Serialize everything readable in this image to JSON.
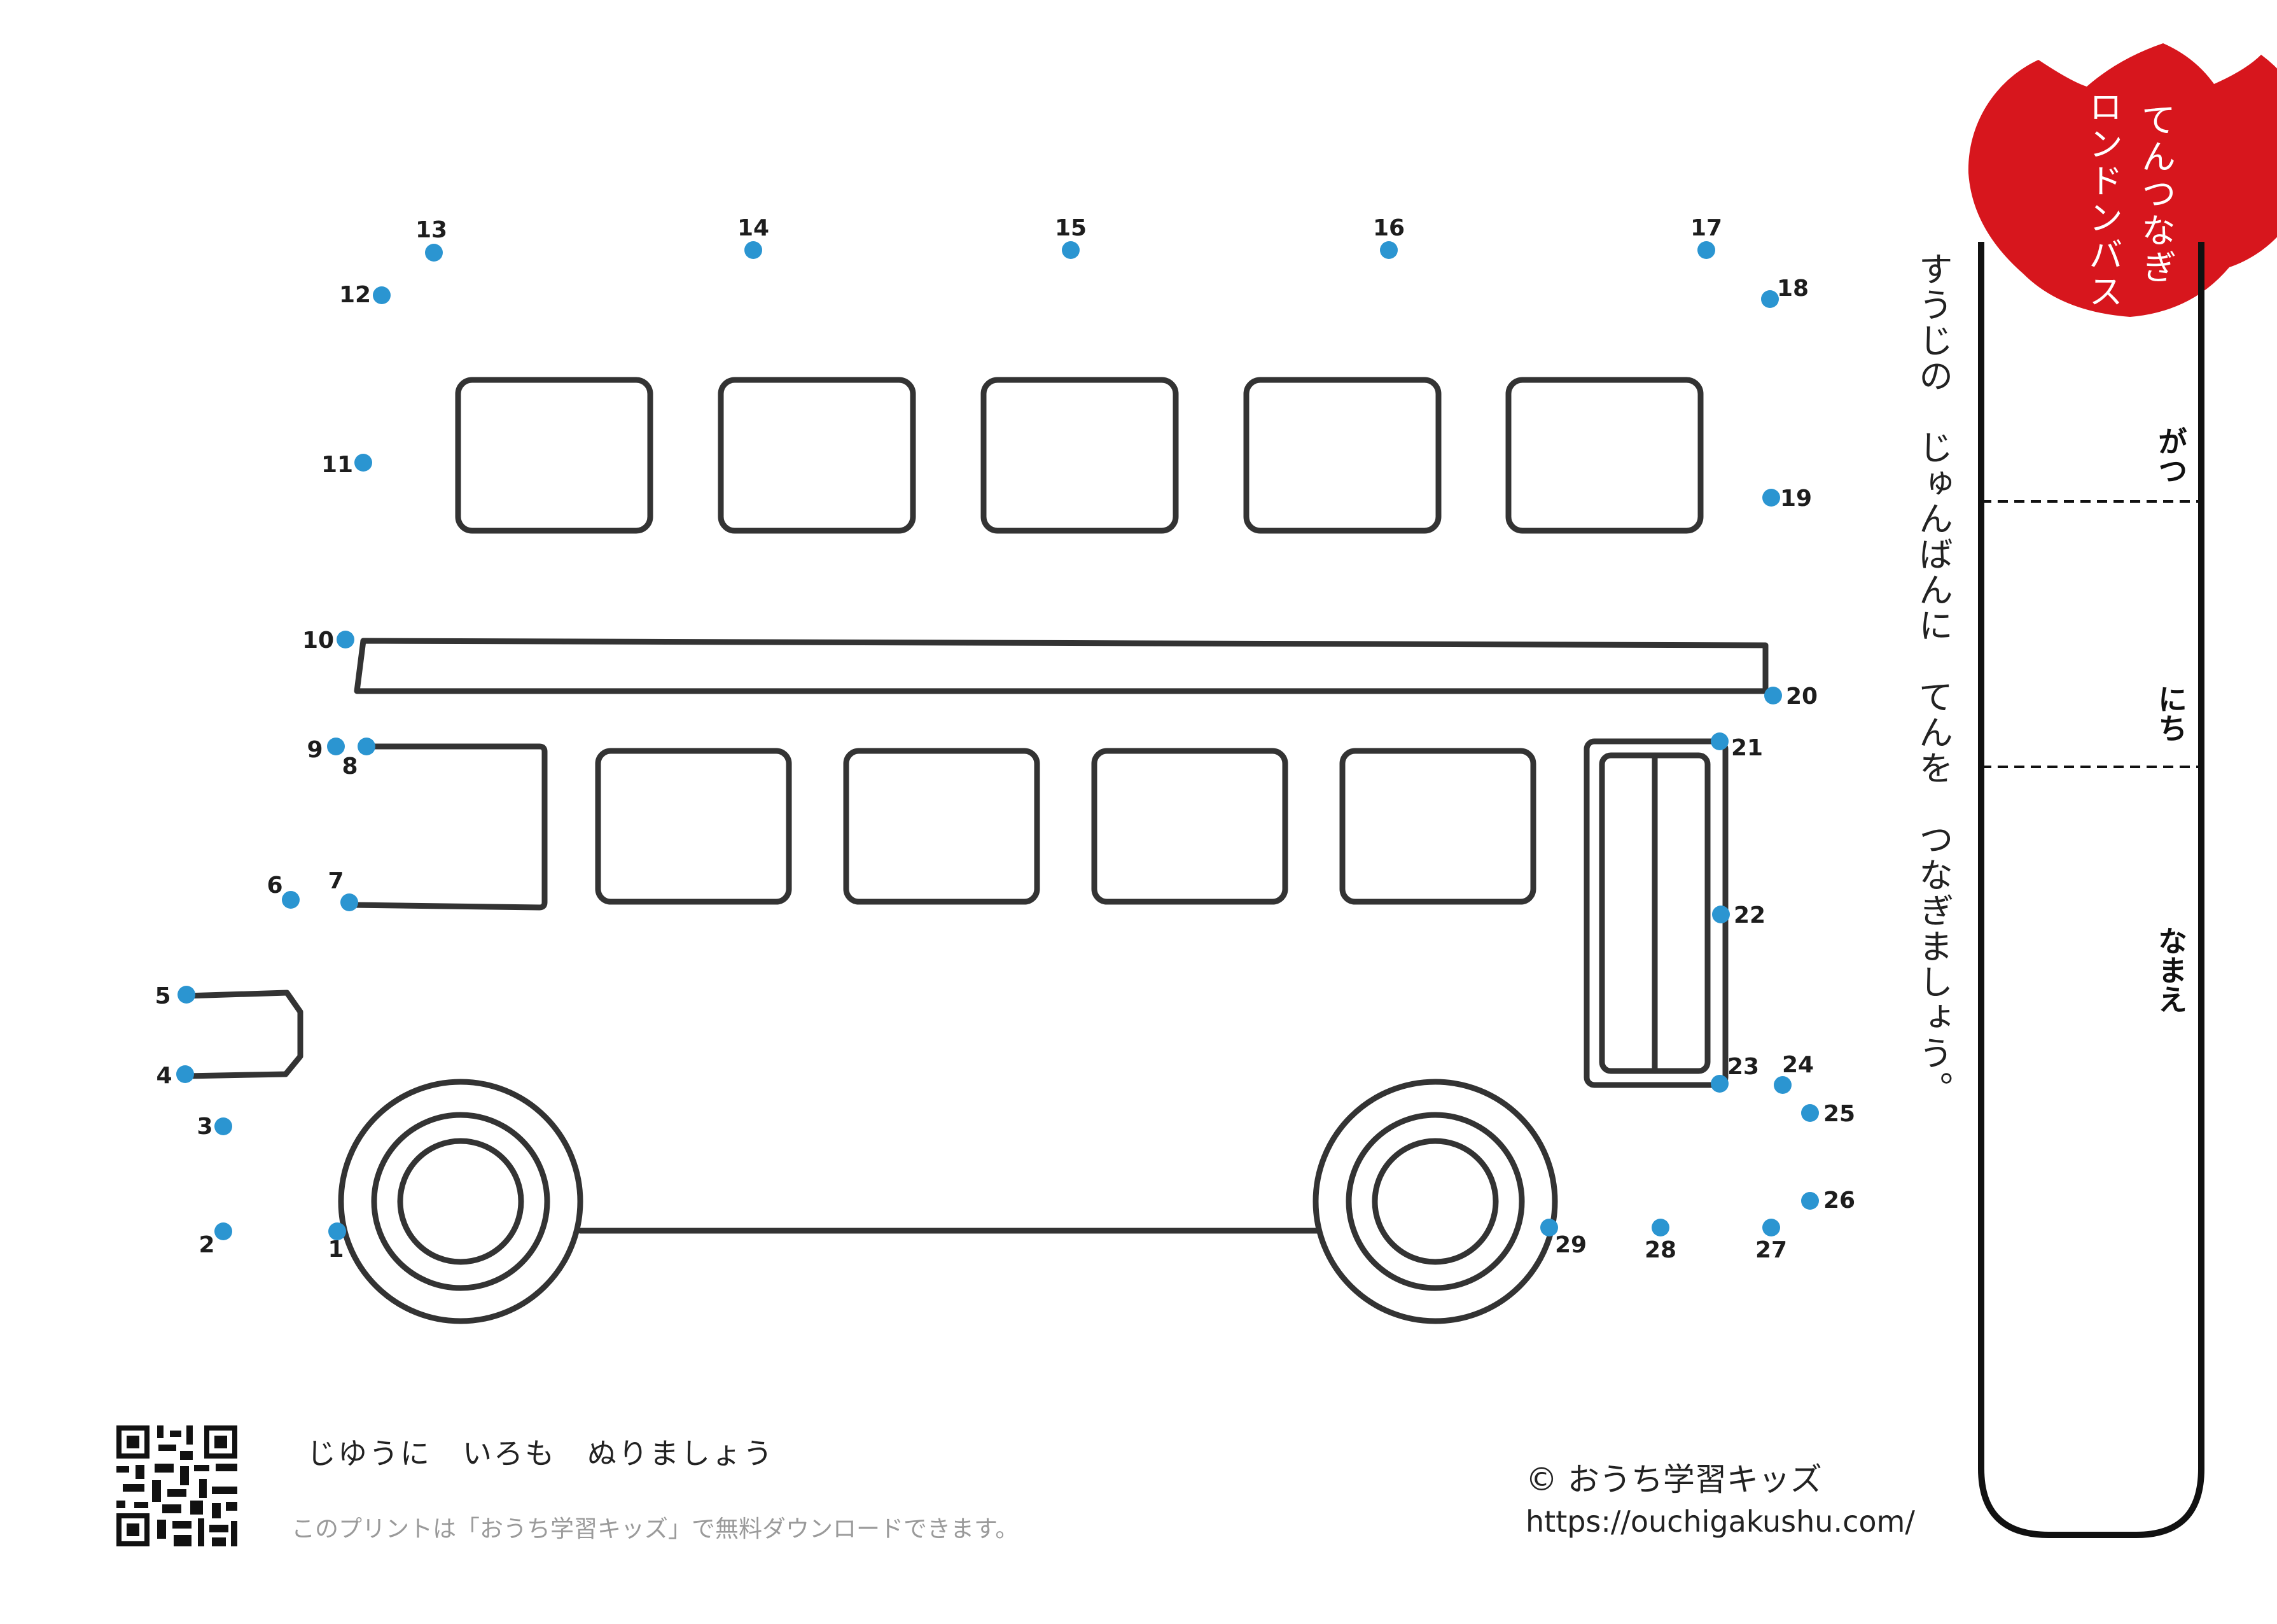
{
  "badge": {
    "title": "てんつなぎ",
    "subtitle": "ロンドンバス",
    "color": "#d7161d"
  },
  "instruction": "すうじの　じゅんばんに　てんを　つなぎましょう。",
  "name_strip": {
    "month": "がつ",
    "day": "にち",
    "name": "なまえ"
  },
  "dot_color": "#2b95d1",
  "dots": [
    "1",
    "2",
    "3",
    "4",
    "5",
    "6",
    "7",
    "8",
    "9",
    "10",
    "11",
    "12",
    "13",
    "14",
    "15",
    "16",
    "17",
    "18",
    "19",
    "20",
    "21",
    "22",
    "23",
    "24",
    "25",
    "26",
    "27",
    "28",
    "29"
  ],
  "footer": {
    "coloring": "じゆうに　いろも　ぬりましょう",
    "notice": "このプリントは「おうち学習キッズ」で無料ダウンロードできます。",
    "copyright": "© おうち学習キッズ",
    "url": "https://ouchigakushu.com/",
    "qr_icon": "qr-code-icon"
  }
}
